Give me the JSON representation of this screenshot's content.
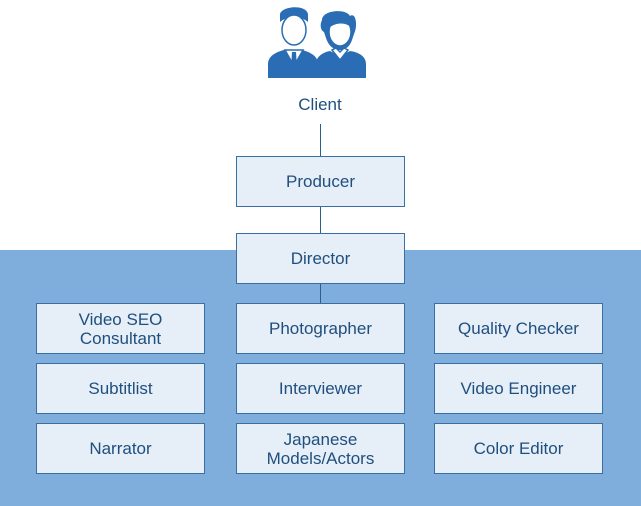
{
  "client": {
    "label": "Client",
    "icon": "business-people-icon"
  },
  "producer": {
    "label": "Producer"
  },
  "director": {
    "label": "Director"
  },
  "roles": {
    "col1": [
      "Video SEO\nConsultant",
      "Subtitlist",
      "Narrator"
    ],
    "col2": [
      "Photographer",
      "Interviewer",
      "Japanese\nModels/Actors"
    ],
    "col3": [
      "Quality Checker",
      "Video Engineer",
      "Color Editor"
    ]
  },
  "colors": {
    "team_area": "#80aedc",
    "box_fill": "#e6eef7",
    "box_border": "#3a6fa3",
    "text": "#1f4f7f",
    "icon": "#2a6db4"
  }
}
